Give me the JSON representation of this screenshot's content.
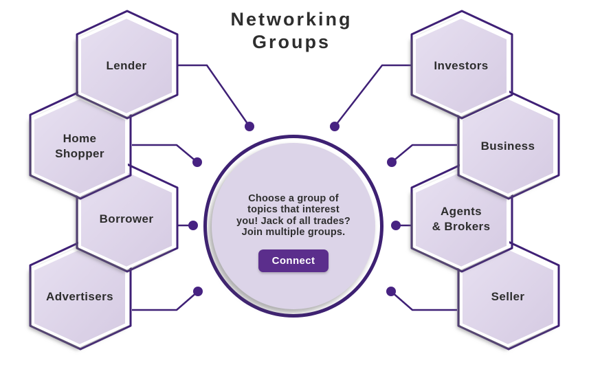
{
  "title": {
    "line1": "Networking",
    "line2": "Groups"
  },
  "groups": {
    "left": [
      {
        "id": "lender",
        "label": "Lender",
        "lines": [
          "Lender"
        ]
      },
      {
        "id": "home-shopper",
        "label": "Home Shopper",
        "lines": [
          "Home",
          "Shopper"
        ]
      },
      {
        "id": "borrower",
        "label": "Borrower",
        "lines": [
          "Borrower"
        ]
      },
      {
        "id": "advertisers",
        "label": "Advertisers",
        "lines": [
          "Advertisers"
        ]
      }
    ],
    "right": [
      {
        "id": "investors",
        "label": "Investors",
        "lines": [
          "Investors"
        ]
      },
      {
        "id": "business",
        "label": "Business",
        "lines": [
          "Business"
        ]
      },
      {
        "id": "agents-brokers",
        "label": "Agents & Brokers",
        "lines": [
          "Agents",
          "& Brokers"
        ]
      },
      {
        "id": "seller",
        "label": "Seller",
        "lines": [
          "Seller"
        ]
      }
    ]
  },
  "center": {
    "message_lines": [
      "Choose a group of",
      "topics that interest",
      "you! Jack of all trades?",
      "Join multiple groups."
    ],
    "button_label": "Connect"
  },
  "colors": {
    "outline_purple": "#3f2076",
    "dot_purple": "#472282",
    "button_purple": "#5b2e8c",
    "hex_fill": "#ddd4e8",
    "circle_fill": "#dcd4e8",
    "title_text": "#2e2e2e"
  }
}
